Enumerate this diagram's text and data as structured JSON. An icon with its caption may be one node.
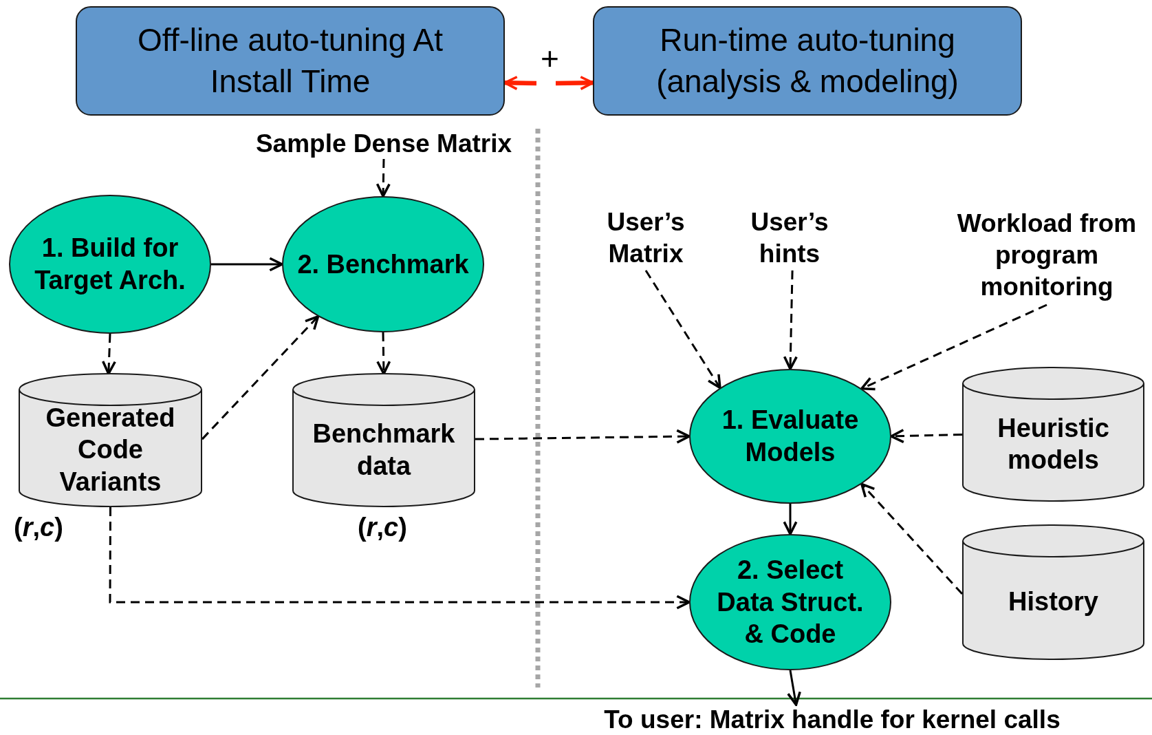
{
  "diagram": {
    "nodes": [
      {
        "text": [
          "Off-line auto-tuning At Install Time"
        ]
      },
      {
        "text": [
          "Run-time auto-tuning (analysis & modeling)"
        ]
      },
      {
        "text": [
          "Sample Dense Matrix"
        ]
      },
      {
        "text": [
          "1. Build for Target Arch."
        ]
      },
      {
        "text": [
          "2. Benchmark"
        ]
      },
      {
        "text": [
          "Generated Code Variants"
        ],
        "beside": [
          "(*r*,*c*)"
        ]
      },
      {
        "text": [
          "Benchmark data"
        ],
        "beside": [
          "(*r*,*c*)"
        ]
      },
      {
        "text": [
          "User’s Matrix"
        ]
      },
      {
        "text": [
          "User’s hints"
        ]
      },
      {
        "text": [
          "Workload from program monitoring"
        ]
      },
      {
        "text": [
          "1. Evaluate Models"
        ]
      },
      {
        "text": [
          "Heuristic models"
        ]
      },
      {
        "text": [
          "2. Select Data Struct. & Code"
        ]
      },
      {
        "text": [
          "History"
        ]
      },
      {
        "text": [
          "To user: Matrix handle for kernel calls"
        ]
      }
    ],
    "edges": [
      {
        "from": null,
        "to": 0,
        "arrow": "to",
        "style": "thick",
        "color": "#ff2200"
      },
      {
        "from": null,
        "to": 1,
        "arrow": "to",
        "style": "thick",
        "color": "#ff2200"
      },
      {
        "from": 2,
        "to": 4,
        "arrow": "to",
        "style": "dashed"
      },
      {
        "from": 3,
        "to": 4,
        "arrow": "to"
      },
      {
        "from": 3,
        "to": 5,
        "arrow": "to",
        "style": "dashed"
      },
      {
        "from": 5,
        "to": 4,
        "arrow": "to",
        "style": "dashed"
      },
      {
        "from": 4,
        "to": 6,
        "arrow": "to",
        "style": "dashed"
      },
      {
        "from": 6,
        "to": 10,
        "arrow": "to",
        "style": "dashed"
      },
      {
        "from": 5,
        "to": 12,
        "arrow": "to",
        "style": "dashed"
      },
      {
        "from": 7,
        "to": 10,
        "arrow": "to",
        "style": "dashed"
      },
      {
        "from": 8,
        "to": 10,
        "arrow": "to",
        "style": "dashed"
      },
      {
        "from": 9,
        "to": 10,
        "arrow": "to",
        "style": "dashed"
      },
      {
        "from": 11,
        "to": 10,
        "arrow": "to",
        "style": "dashed"
      },
      {
        "from": 10,
        "to": 12,
        "arrow": "to"
      },
      {
        "from": 13,
        "to": 10,
        "arrow": "to",
        "style": "dashed"
      },
      {
        "from": 12,
        "to": 14,
        "arrow": "to"
      }
    ],
    "labels": [
      "+"
    ]
  }
}
